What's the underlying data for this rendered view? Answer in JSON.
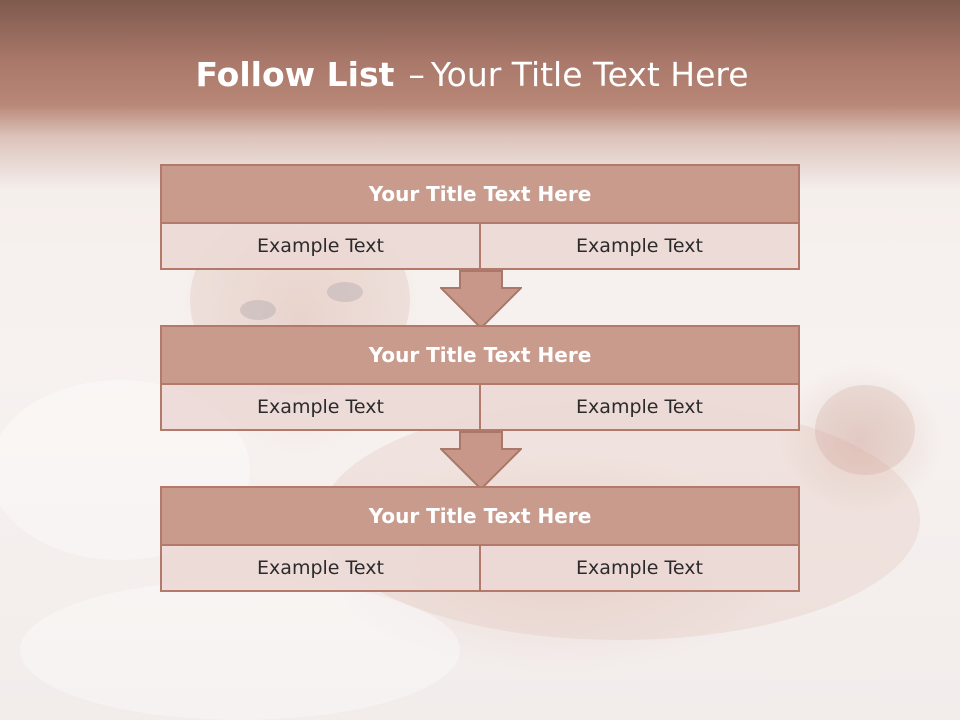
{
  "slide": {
    "title_bold": "Follow List",
    "title_dash": "–",
    "title_rest": "Your Title Text Here"
  },
  "blocks": [
    {
      "title": "Your Title Text Here",
      "left": "Example Text",
      "right": "Example Text"
    },
    {
      "title": "Your Title Text Here",
      "left": "Example Text",
      "right": "Example Text"
    },
    {
      "title": "Your Title Text Here",
      "left": "Example Text",
      "right": "Example Text"
    }
  ],
  "arrows": [
    "down-arrow-icon",
    "down-arrow-icon"
  ],
  "colors": {
    "header": "#a9786a",
    "block_title_fill": "#c19080",
    "block_border": "#b37a6b",
    "cell_fill": "#ebd9d6",
    "title_text": "#ffffff"
  }
}
